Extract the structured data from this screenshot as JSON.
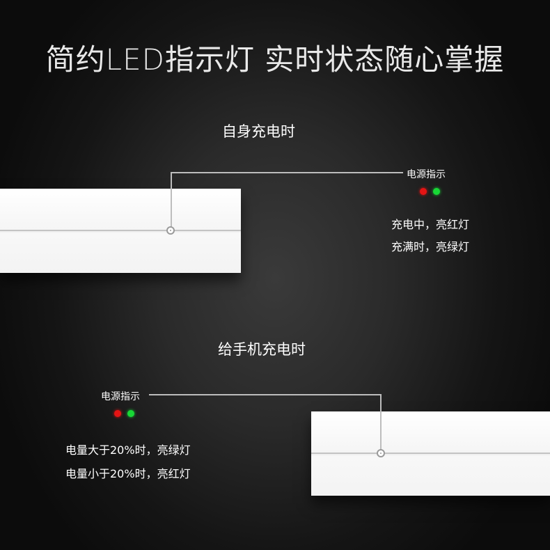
{
  "headline": "简约LED指示灯  实时状态随心掌握",
  "section_self_charging": {
    "title": "自身充电时",
    "indicator_label": "电源指示",
    "dots": {
      "red": "#e41414",
      "green": "#18d836"
    },
    "lines": [
      "充电中，亮红灯",
      "充满时，亮绿灯"
    ]
  },
  "section_phone_charging": {
    "title": "给手机充电时",
    "indicator_label": "电源指示",
    "dots": {
      "red": "#e41414",
      "green": "#18d836"
    },
    "lines": [
      "电量大于20%时，亮绿灯",
      "电量小于20%时，亮红灯"
    ]
  }
}
